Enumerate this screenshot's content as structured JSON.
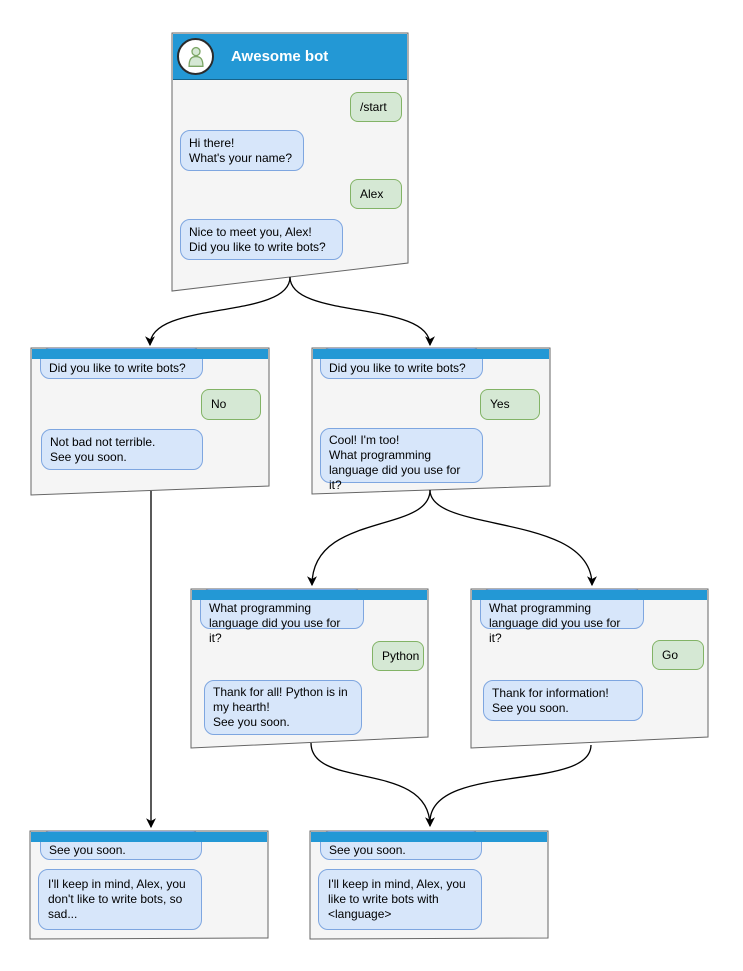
{
  "colors": {
    "header_blue": "#2398d5",
    "window_bg": "#f5f5f5",
    "window_border": "#666666",
    "bot_bubble_bg": "#d7e6fa",
    "bot_bubble_border": "#7ea6e0",
    "user_bubble_bg": "#d5e8d4",
    "user_bubble_border": "#82b366",
    "title_text": "#ffffff",
    "arrow": "#000000"
  },
  "windows": [
    {
      "name": "start",
      "title": "Awesome bot",
      "bubbles": [
        {
          "from": "user",
          "text": "/start"
        },
        {
          "from": "bot",
          "text": "Hi there!\nWhat's your name?"
        },
        {
          "from": "user",
          "text": "Alex"
        },
        {
          "from": "bot",
          "text": "Nice to meet you, Alex!\nDid you like to write bots?"
        }
      ]
    },
    {
      "name": "branch-no",
      "bubbles": [
        {
          "from": "bot",
          "text": "Did you like to write bots?"
        },
        {
          "from": "user",
          "text": "No"
        },
        {
          "from": "bot",
          "text": "Not bad not terrible.\nSee you soon."
        }
      ]
    },
    {
      "name": "branch-yes",
      "bubbles": [
        {
          "from": "bot",
          "text": "Did you like to write bots?"
        },
        {
          "from": "user",
          "text": "Yes"
        },
        {
          "from": "bot",
          "text": "Cool! I'm too!\nWhat programming\nlanguage did you use for it?"
        }
      ]
    },
    {
      "name": "branch-python",
      "bubbles": [
        {
          "from": "bot",
          "text": "What programming\nlanguage did you use for it?"
        },
        {
          "from": "user",
          "text": "Python"
        },
        {
          "from": "bot",
          "text": "Thank for all! Python is in\nmy hearth!\nSee you soon."
        }
      ]
    },
    {
      "name": "branch-go",
      "bubbles": [
        {
          "from": "bot",
          "text": "What programming\nlanguage did you use for it?"
        },
        {
          "from": "user",
          "text": "Go"
        },
        {
          "from": "bot",
          "text": "Thank for information!\nSee you soon."
        }
      ]
    },
    {
      "name": "end-no",
      "bubbles": [
        {
          "from": "bot",
          "text": "See you soon."
        },
        {
          "from": "bot",
          "text": "I'll keep in mind, Alex, you\ndon't like to write bots, so\nsad..."
        }
      ]
    },
    {
      "name": "end-yes",
      "bubbles": [
        {
          "from": "bot",
          "text": "See you soon."
        },
        {
          "from": "bot",
          "text": "I'll keep in mind, Alex, you\nlike to write bots with\n<language>"
        }
      ]
    }
  ]
}
